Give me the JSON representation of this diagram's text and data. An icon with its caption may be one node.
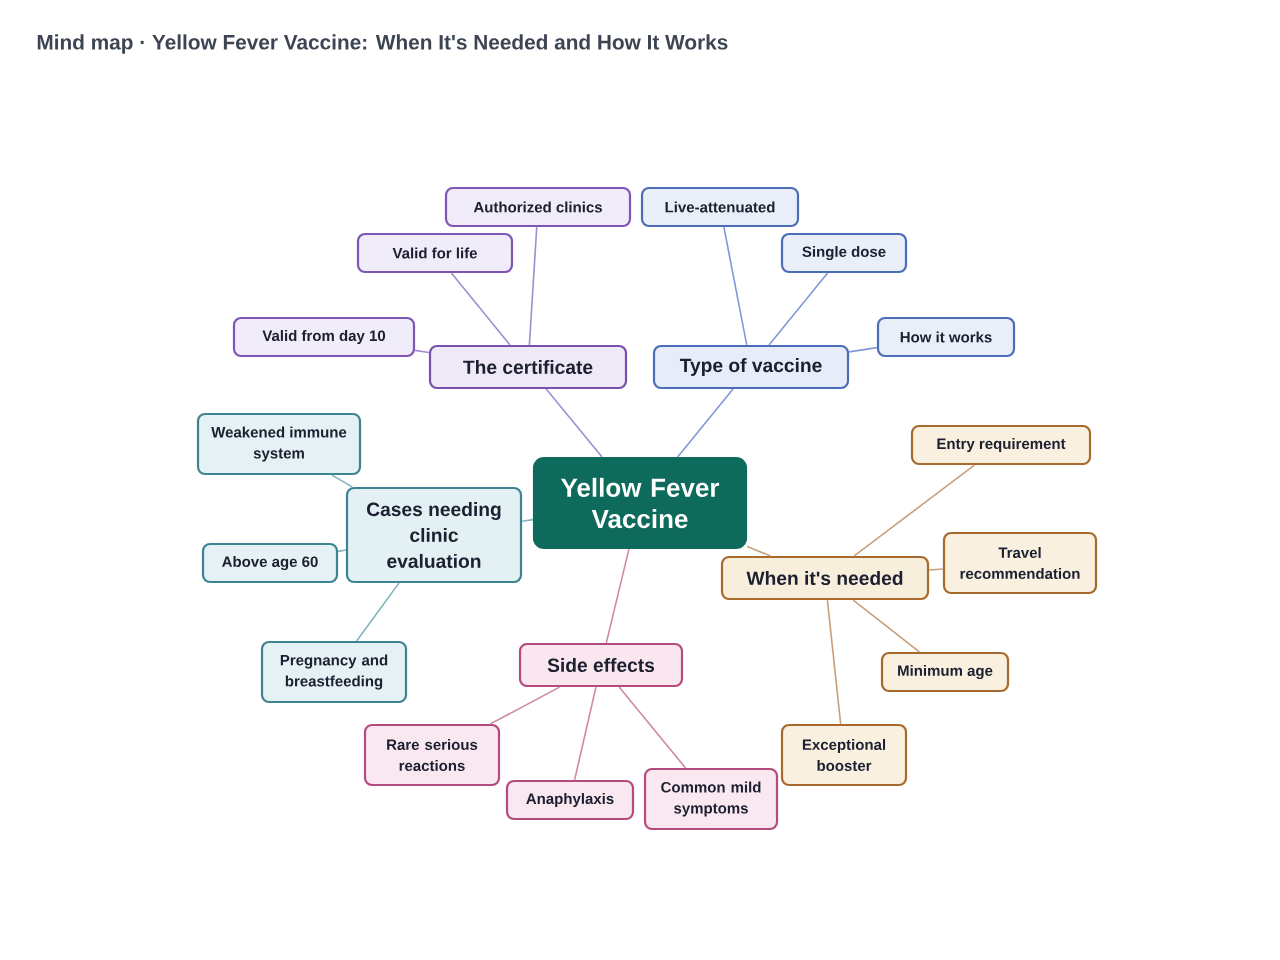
{
  "diagram": {
    "title": "Mind map · Yellow Fever Vaccine: When It's Needed and How It Works",
    "nodes": [
      {
        "text": [
          "Yellow Fever Vaccine"
        ]
      },
      {
        "text": [
          "The certificate"
        ]
      },
      {
        "text": [
          "Valid from day 10"
        ]
      },
      {
        "text": [
          "Valid for life"
        ]
      },
      {
        "text": [
          "Authorized clinics"
        ]
      },
      {
        "text": [
          "Type of vaccine"
        ]
      },
      {
        "text": [
          "Live-attenuated"
        ]
      },
      {
        "text": [
          "Single dose"
        ]
      },
      {
        "text": [
          "How it works"
        ]
      },
      {
        "text": [
          "Cases needing clinic evaluation"
        ]
      },
      {
        "text": [
          "Weakened immune system"
        ]
      },
      {
        "text": [
          "Above age 60"
        ]
      },
      {
        "text": [
          "Pregnancy and breastfeeding"
        ]
      },
      {
        "text": [
          "When it's needed"
        ]
      },
      {
        "text": [
          "Entry requirement"
        ]
      },
      {
        "text": [
          "Travel recommendation"
        ]
      },
      {
        "text": [
          "Minimum age"
        ]
      },
      {
        "text": [
          "Exceptional booster"
        ]
      },
      {
        "text": [
          "Side effects"
        ]
      },
      {
        "text": [
          "Rare serious reactions"
        ]
      },
      {
        "text": [
          "Anaphylaxis"
        ]
      },
      {
        "text": [
          "Common mild symptoms"
        ]
      }
    ],
    "edges": [
      {
        "from": 0,
        "to": 1,
        "arrow": "none",
        "color": "#a48bd2"
      },
      {
        "from": 1,
        "to": 2,
        "arrow": "none",
        "color": "#a48bd2"
      },
      {
        "from": 1,
        "to": 3,
        "arrow": "none",
        "color": "#a48bd2"
      },
      {
        "from": 1,
        "to": 4,
        "arrow": "none",
        "color": "#a48bd2"
      },
      {
        "from": 0,
        "to": 5,
        "arrow": "none",
        "color": "#8099d6"
      },
      {
        "from": 5,
        "to": 6,
        "arrow": "none",
        "color": "#8099d6"
      },
      {
        "from": 5,
        "to": 7,
        "arrow": "none",
        "color": "#8099d6"
      },
      {
        "from": 5,
        "to": 8,
        "arrow": "none",
        "color": "#8099d6"
      },
      {
        "from": 0,
        "to": 9,
        "arrow": "none",
        "color": "#80b3bd"
      },
      {
        "from": 9,
        "to": 10,
        "arrow": "none",
        "color": "#80b3bd"
      },
      {
        "from": 9,
        "to": 11,
        "arrow": "none",
        "color": "#80b3bd"
      },
      {
        "from": 9,
        "to": 12,
        "arrow": "none",
        "color": "#80b3bd"
      },
      {
        "from": 0,
        "to": 13,
        "arrow": "none",
        "color": "#c9a07a"
      },
      {
        "from": 13,
        "to": 14,
        "arrow": "none",
        "color": "#c9a07a"
      },
      {
        "from": 13,
        "to": 15,
        "arrow": "none",
        "color": "#c9a07a"
      },
      {
        "from": 13,
        "to": 16,
        "arrow": "none",
        "color": "#c9a07a"
      },
      {
        "from": 13,
        "to": 17,
        "arrow": "none",
        "color": "#c9a07a"
      },
      {
        "from": 0,
        "to": 18,
        "arrow": "none",
        "color": "#d088a7"
      },
      {
        "from": 18,
        "to": 19,
        "arrow": "none",
        "color": "#d088a7"
      },
      {
        "from": 18,
        "to": 20,
        "arrow": "none",
        "color": "#d088a7"
      },
      {
        "from": 18,
        "to": 21,
        "arrow": "none",
        "color": "#d088a7"
      }
    ]
  }
}
